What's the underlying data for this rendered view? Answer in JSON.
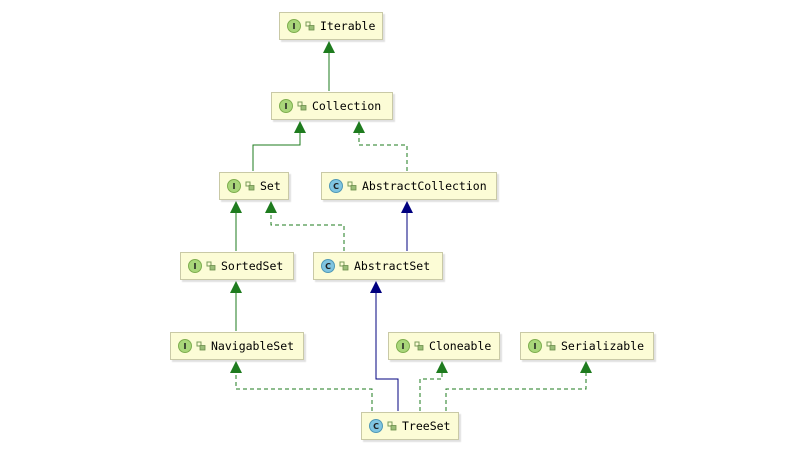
{
  "diagram": {
    "colors": {
      "extends_interface": "#1e7b1e",
      "extends_class": "#00007f",
      "node_fill": "#fcfcd6",
      "node_border": "#c9c9a6",
      "badge_interface": "#a9d67a",
      "badge_class": "#7fc4e0"
    },
    "nodes": {
      "iterable": {
        "name": "Iterable",
        "kind": "I"
      },
      "collection": {
        "name": "Collection",
        "kind": "I"
      },
      "set": {
        "name": "Set",
        "kind": "I"
      },
      "abstract_collection": {
        "name": "AbstractCollection",
        "kind": "C"
      },
      "sorted_set": {
        "name": "SortedSet",
        "kind": "I"
      },
      "abstract_set": {
        "name": "AbstractSet",
        "kind": "C"
      },
      "navigable_set": {
        "name": "NavigableSet",
        "kind": "I"
      },
      "cloneable": {
        "name": "Cloneable",
        "kind": "I"
      },
      "serializable": {
        "name": "Serializable",
        "kind": "I"
      },
      "tree_set": {
        "name": "TreeSet",
        "kind": "C"
      }
    },
    "edges": [
      {
        "from": "collection",
        "to": "iterable",
        "style": "extends"
      },
      {
        "from": "set",
        "to": "collection",
        "style": "extends"
      },
      {
        "from": "abstract_collection",
        "to": "collection",
        "style": "implements"
      },
      {
        "from": "sorted_set",
        "to": "set",
        "style": "extends"
      },
      {
        "from": "abstract_set",
        "to": "set",
        "style": "implements"
      },
      {
        "from": "abstract_set",
        "to": "abstract_collection",
        "style": "extends_class"
      },
      {
        "from": "navigable_set",
        "to": "sorted_set",
        "style": "extends"
      },
      {
        "from": "tree_set",
        "to": "navigable_set",
        "style": "implements"
      },
      {
        "from": "tree_set",
        "to": "abstract_set",
        "style": "extends_class"
      },
      {
        "from": "tree_set",
        "to": "cloneable",
        "style": "implements"
      },
      {
        "from": "tree_set",
        "to": "serializable",
        "style": "implements"
      }
    ]
  }
}
